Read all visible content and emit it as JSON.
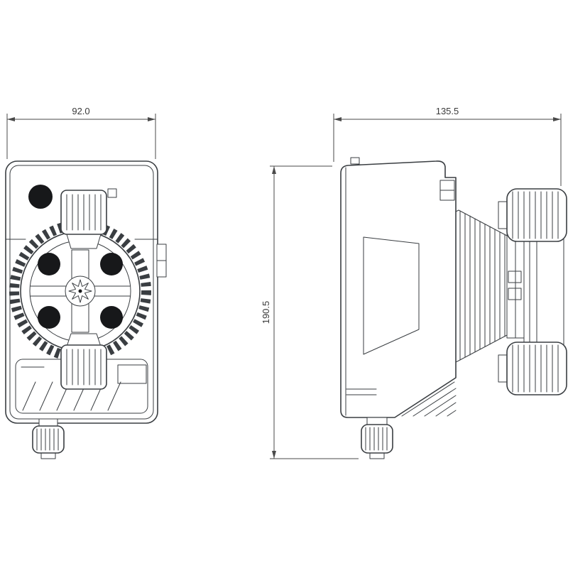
{
  "drawing": {
    "type": "technical-drawing",
    "subject": "dosing-pump-two-view-drawing",
    "colors": {
      "line": "#3a3e42",
      "solid_fill": "#17181a",
      "dimension": "#4a4a4a",
      "background": "#ffffff"
    }
  },
  "dimensions": {
    "front_width": "92.0",
    "side_width": "135.5",
    "height": "190.5"
  }
}
